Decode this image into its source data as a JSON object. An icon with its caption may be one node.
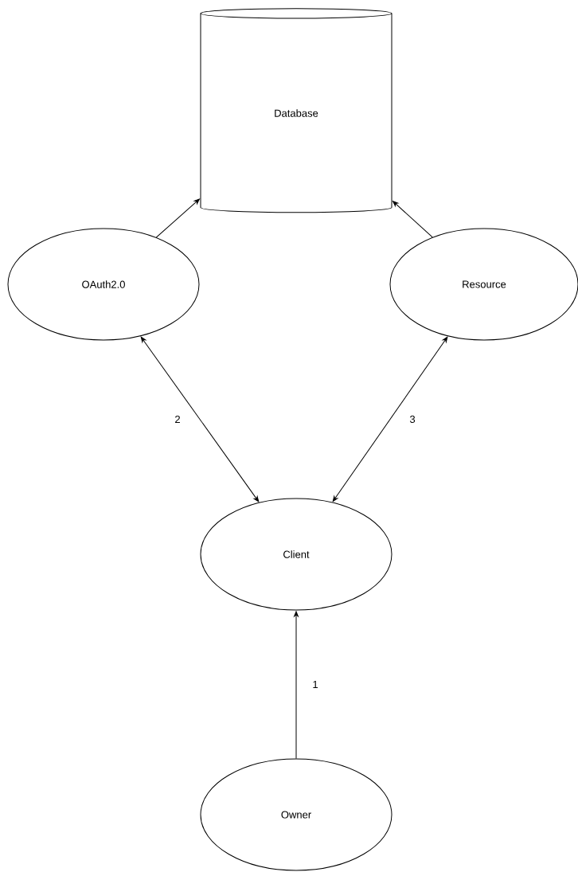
{
  "diagram": {
    "nodes": [
      {
        "text": [
          "Database"
        ]
      },
      {
        "text": [
          "OAuth2.0"
        ]
      },
      {
        "text": [
          "Resource"
        ]
      },
      {
        "text": [
          "Client"
        ]
      },
      {
        "text": [
          "Owner"
        ]
      }
    ],
    "edges": [
      {
        "from": 1,
        "to": 0,
        "arrow": "to"
      },
      {
        "from": 2,
        "to": 0,
        "arrow": "to"
      },
      {
        "from": 1,
        "to": 3,
        "arrow": "both",
        "label": "2"
      },
      {
        "from": 2,
        "to": 3,
        "arrow": "both",
        "label": "3"
      },
      {
        "from": 4,
        "to": 3,
        "arrow": "to",
        "label": "1"
      }
    ]
  }
}
